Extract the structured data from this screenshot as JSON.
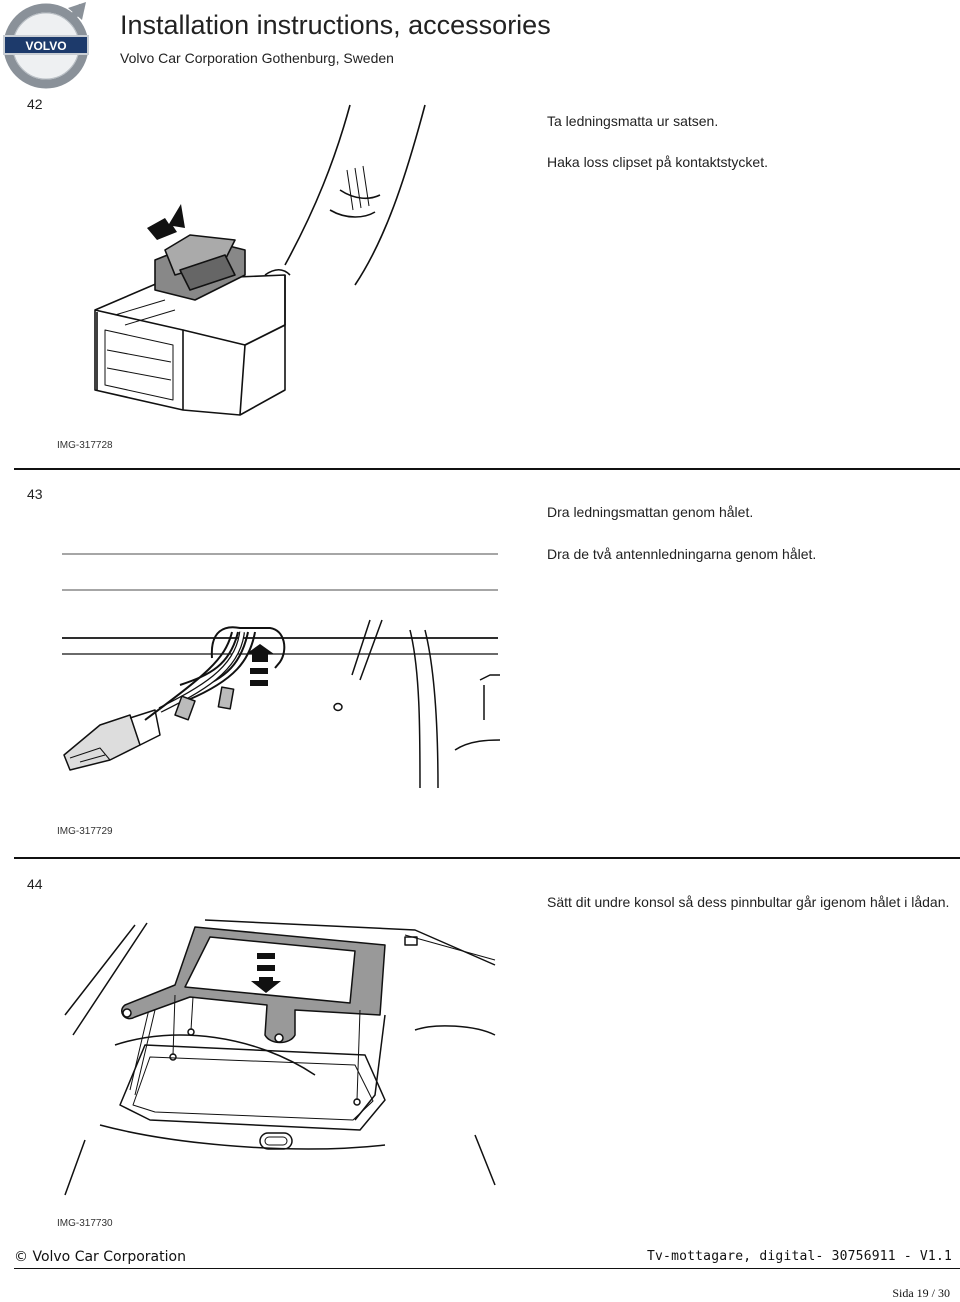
{
  "header": {
    "logo_text": "VOLVO",
    "title": "Installation instructions, accessories",
    "subtitle": "Volvo Car Corporation Gothenburg, Sweden"
  },
  "steps": [
    {
      "number": "42",
      "instructions": [
        "Ta ledningsmatta ur satsen.",
        "Haka loss clipset på kontaktstycket."
      ],
      "image_id": "IMG-317728"
    },
    {
      "number": "43",
      "instructions": [
        "Dra ledningsmattan genom hålet.",
        "Dra de två antennledningarna genom hålet."
      ],
      "image_id": "IMG-317729"
    },
    {
      "number": "44",
      "instructions": [
        "Sätt dit undre konsol så dess pinnbultar går igenom hålet i lådan."
      ],
      "image_id": "IMG-317730"
    }
  ],
  "footer": {
    "copyright": "© Volvo Car Corporation",
    "doc_ref": "Tv-mottagare, digital- 30756911 - V1.1",
    "page": "Sida 19 / 30"
  }
}
